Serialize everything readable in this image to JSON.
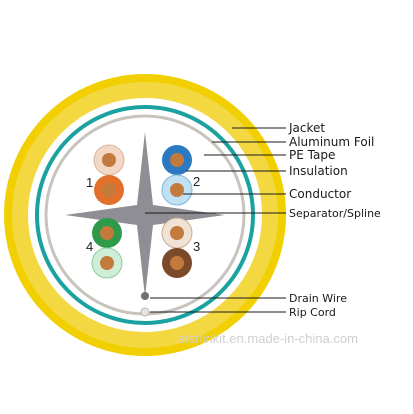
{
  "diagram": {
    "labels": [
      {
        "key": "jacket",
        "text": "Jacket"
      },
      {
        "key": "foil",
        "text": "Aluminum Foil"
      },
      {
        "key": "pe_tape",
        "text": "PE Tape"
      },
      {
        "key": "insulation",
        "text": "Insulation"
      },
      {
        "key": "conductor",
        "text": "Conductor"
      },
      {
        "key": "separator",
        "text": "Separator/Spline"
      },
      {
        "key": "drain",
        "text": "Drain Wire"
      },
      {
        "key": "rip",
        "text": "Rip Cord"
      }
    ],
    "pair_numbers": [
      "1",
      "2",
      "3",
      "4"
    ],
    "watermark": "starlinkit.en.made-in-china.com"
  },
  "colors": {
    "jacket": "#f2cf00",
    "jacket_inner": "#f6dd5a",
    "foil": "#ffffff",
    "pe_tape": "#1aa1a0",
    "core_bg": "#ffffff",
    "separator_ring": "#c8c3bd",
    "spline": "#8e8e94",
    "blue": "#2a79c2",
    "orange": "#e2702b",
    "green": "#2f9a4a",
    "brown": "#7b4a2a",
    "conductor": "#c47a3c"
  }
}
